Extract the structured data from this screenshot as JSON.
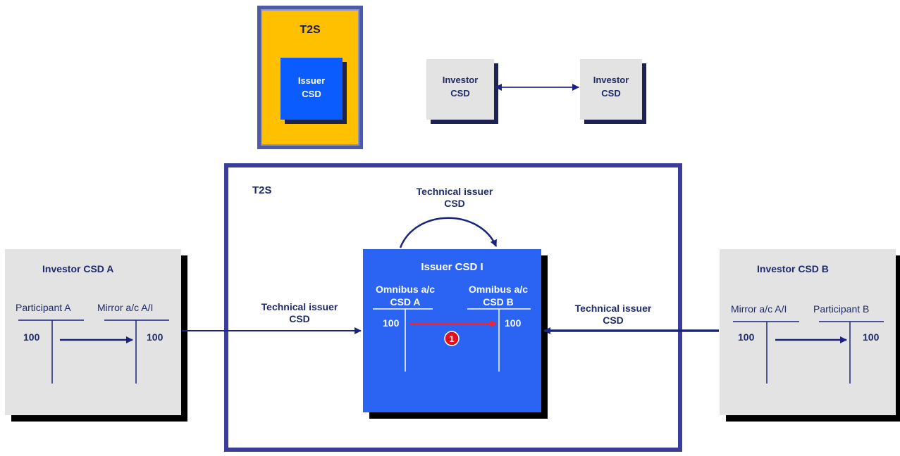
{
  "legend": {
    "t2s_label": "T2S",
    "issuer_line1": "Issuer",
    "issuer_line2": "CSD",
    "investor_left_line1": "Investor",
    "investor_left_line2": "CSD",
    "investor_right_line1": "Investor",
    "investor_right_line2": "CSD"
  },
  "main": {
    "t2s_label": "T2S",
    "technical_top_line1": "Technical issuer",
    "technical_top_line2": "CSD",
    "technical_left_line1": "Technical issuer",
    "technical_left_line2": "CSD",
    "technical_right_line1": "Technical issuer",
    "technical_right_line2": "CSD"
  },
  "investor_a": {
    "title": "Investor CSD A",
    "col1_header": "Participant A",
    "col2_header": "Mirror a/c A/I",
    "col1_value": "100",
    "col2_value": "100"
  },
  "issuer_csd_i": {
    "title": "Issuer CSD I",
    "col1_header_line1": "Omnibus a/c",
    "col1_header_line2": "CSD A",
    "col2_header_line1": "Omnibus a/c",
    "col2_header_line2": "CSD B",
    "col1_value": "100",
    "col2_value": "100",
    "step_badge": "1"
  },
  "investor_b": {
    "title": "Investor CSD B",
    "col1_header": "Mirror a/c A/I",
    "col2_header": "Participant B",
    "col1_value": "100",
    "col2_value": "100"
  },
  "colors": {
    "navy": "#1f2a6b",
    "frame": "#3a3e9a",
    "issuer_blue": "#2b63f3",
    "legend_gold": "#ffc000",
    "transfer_red": "#ff2020"
  }
}
